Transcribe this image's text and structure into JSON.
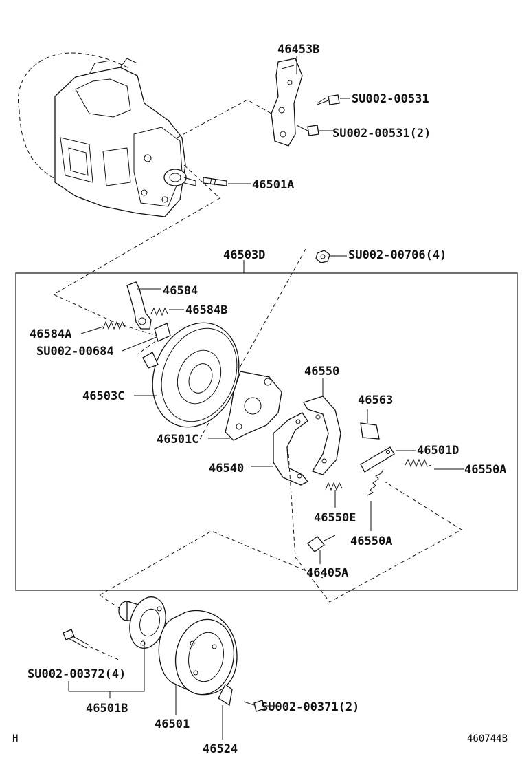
{
  "diagram": {
    "labels": {
      "p46453B": "46453B",
      "su531": "SU002-00531",
      "su531x2": "SU002-00531(2)",
      "p46501A": "46501A",
      "p46503D": "46503D",
      "su706": "SU002-00706(4)",
      "p46584": "46584",
      "p46584B": "46584B",
      "p46584A": "46584A",
      "su684": "SU002-00684",
      "p46503C": "46503C",
      "p46501C": "46501C",
      "p46550": "46550",
      "p46563": "46563",
      "p46501D": "46501D",
      "p46550A_r": "46550A",
      "p46540": "46540",
      "p46550E": "46550E",
      "p46550A_b": "46550A",
      "p46405A": "46405A",
      "su372": "SU002-00372(4)",
      "p46501B": "46501B",
      "p46501": "46501",
      "su371": "SU002-00371(2)",
      "p46524": "46524"
    },
    "footer_left": "H",
    "footer_right": "460744B"
  }
}
